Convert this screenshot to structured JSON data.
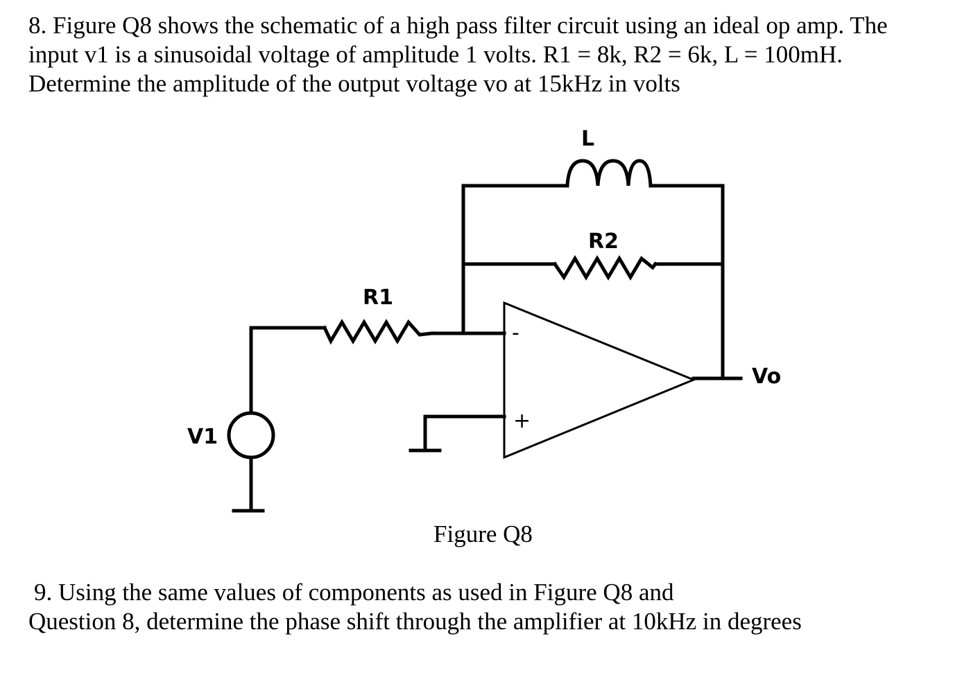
{
  "question8": {
    "lines": [
      "8. Figure Q8 shows the schematic of a high pass filter circuit using an ideal op amp. The",
      "input v1 is a sinusoidal voltage of amplitude 1 volts. R1 = 8k, R2 = 6k, L = 100mH.",
      "Determine the amplitude of the output voltage vo at 15kHz in volts"
    ]
  },
  "figure": {
    "caption": "Figure Q8",
    "labels": {
      "inductor": "L",
      "r2": "R2",
      "r1": "R1",
      "source": "V1",
      "output": "Vo",
      "inverting_input": "-",
      "noninverting_input": "+"
    }
  },
  "question9": {
    "lines": [
      "9.  Using the same values of components as used in Figure Q8 and",
      "Question 8, determine the phase shift through the amplifier at 10kHz in degrees"
    ]
  }
}
